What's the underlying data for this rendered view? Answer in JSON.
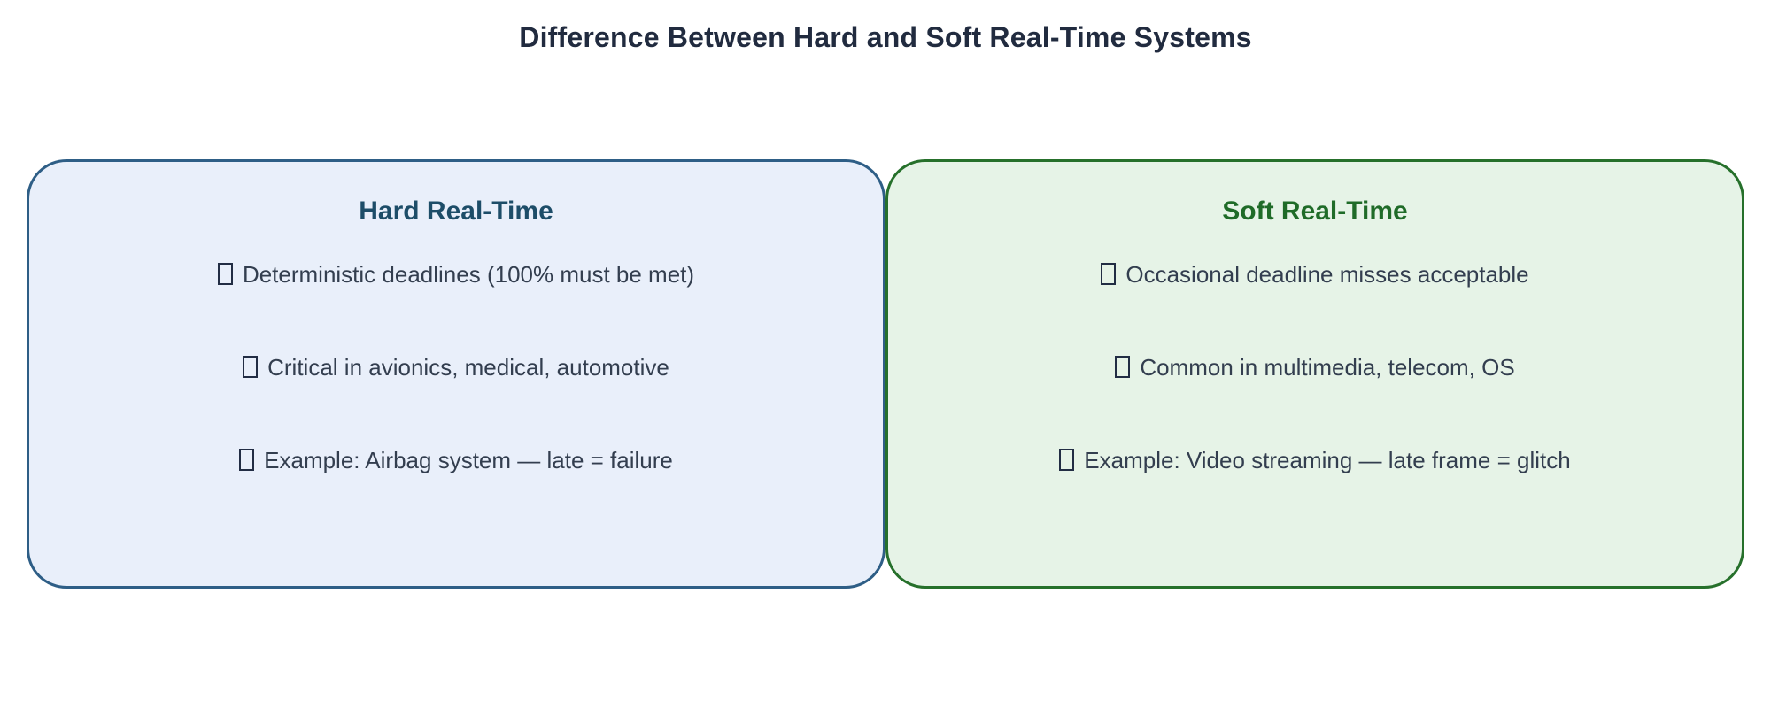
{
  "title": "Difference Between Hard and Soft Real-Time Systems",
  "colors": {
    "page_title_text": "#212b3f",
    "body_text": "#333e4f",
    "hard_card_fill": "#e9effa",
    "hard_card_border": "#2e5e86",
    "hard_card_title": "#1d4d68",
    "soft_card_fill": "#e6f3e7",
    "soft_card_border": "#26702b",
    "soft_card_title": "#1f6b28"
  },
  "cards": [
    {
      "id": "hard-real-time",
      "title": "Hard Real-Time",
      "bullets": [
        {
          "icon": "missing-glyph",
          "text": "Deterministic deadlines (100% must be met)"
        },
        {
          "icon": "missing-glyph",
          "text": "Critical in avionics, medical, automotive"
        },
        {
          "icon": "missing-glyph",
          "text": "Example: Airbag system — late = failure"
        }
      ]
    },
    {
      "id": "soft-real-time",
      "title": "Soft Real-Time",
      "bullets": [
        {
          "icon": "missing-glyph",
          "text": "Occasional deadline misses acceptable"
        },
        {
          "icon": "missing-glyph",
          "text": "Common in multimedia, telecom, OS"
        },
        {
          "icon": "missing-glyph",
          "text": "Example: Video streaming — late frame = glitch"
        }
      ]
    }
  ]
}
